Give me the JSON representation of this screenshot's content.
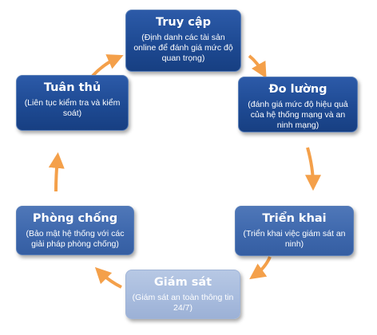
{
  "nodes": {
    "truy_cap": {
      "title": "Truy cập",
      "desc": "(Định danh các tài sản online để đánh giá mức độ quan trọng)"
    },
    "do_luong": {
      "title": "Đo lường",
      "desc": "(đánh giá mức độ hiệu quả của hệ thống mạng và an ninh mạng)"
    },
    "trien_khai": {
      "title": "Triển khai",
      "desc": "(Triển khai việc giám sát an ninh)"
    },
    "giam_sat": {
      "title": "Giám sát",
      "desc": "(Giám sát an toàn thông tin 24/7)"
    },
    "phong_chong": {
      "title": "Phòng chống",
      "desc": "(Bảo mật hệ thống với các giải pháp phòng chống)"
    },
    "tuan_thu": {
      "title": "Tuân thủ",
      "desc": "(Liên tục kiểm tra và kiểm soát)"
    }
  },
  "colors": {
    "box_dark": "#1e4a93",
    "box_mid": "#3e68ad",
    "box_light": "#a8bcde",
    "arrow": "#f4a04a"
  }
}
